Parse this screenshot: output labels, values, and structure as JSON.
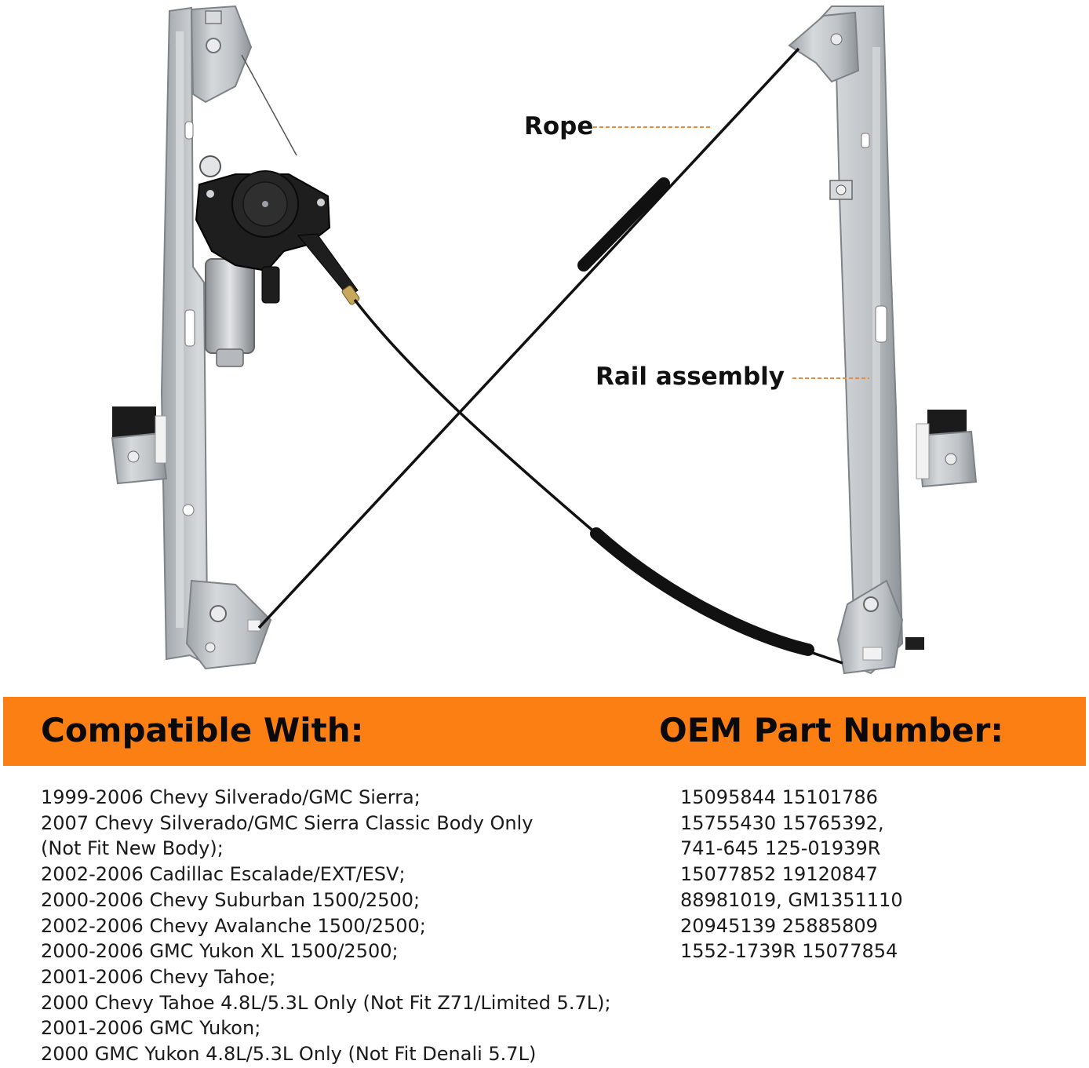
{
  "figure": {
    "callouts": {
      "rope": "Rope",
      "rail": "Rail assembly"
    },
    "colors": {
      "metal": "#c4c8cc",
      "metal_dark": "#8e9499",
      "cable": "#111111",
      "leader": "#f08a2c"
    }
  },
  "banner": {
    "left_heading": "Compatible With:",
    "right_heading": "OEM Part Number:",
    "color": "#fb7f13"
  },
  "compatible": [
    "1999-2006 Chevy Silverado/GMC Sierra;",
    "2007 Chevy Silverado/GMC Sierra Classic Body Only",
    "(Not Fit New Body);",
    "2002-2006 Cadillac Escalade/EXT/ESV;",
    "2000-2006 Chevy Suburban 1500/2500;",
    "2002-2006 Chevy Avalanche 1500/2500;",
    "2000-2006 GMC Yukon XL 1500/2500;",
    "2001-2006 Chevy Tahoe;",
    "2000 Chevy Tahoe 4.8L/5.3L Only (Not Fit Z71/Limited 5.7L);",
    "2001-2006 GMC Yukon;",
    "2000 GMC Yukon 4.8L/5.3L Only (Not Fit Denali 5.7L)"
  ],
  "oem_numbers": [
    "15095844 15101786",
    "15755430 15765392,",
    "741-645 125-01939R",
    "15077852 19120847",
    "88981019, GM1351110",
    "20945139 25885809",
    "1552-1739R 15077854"
  ]
}
